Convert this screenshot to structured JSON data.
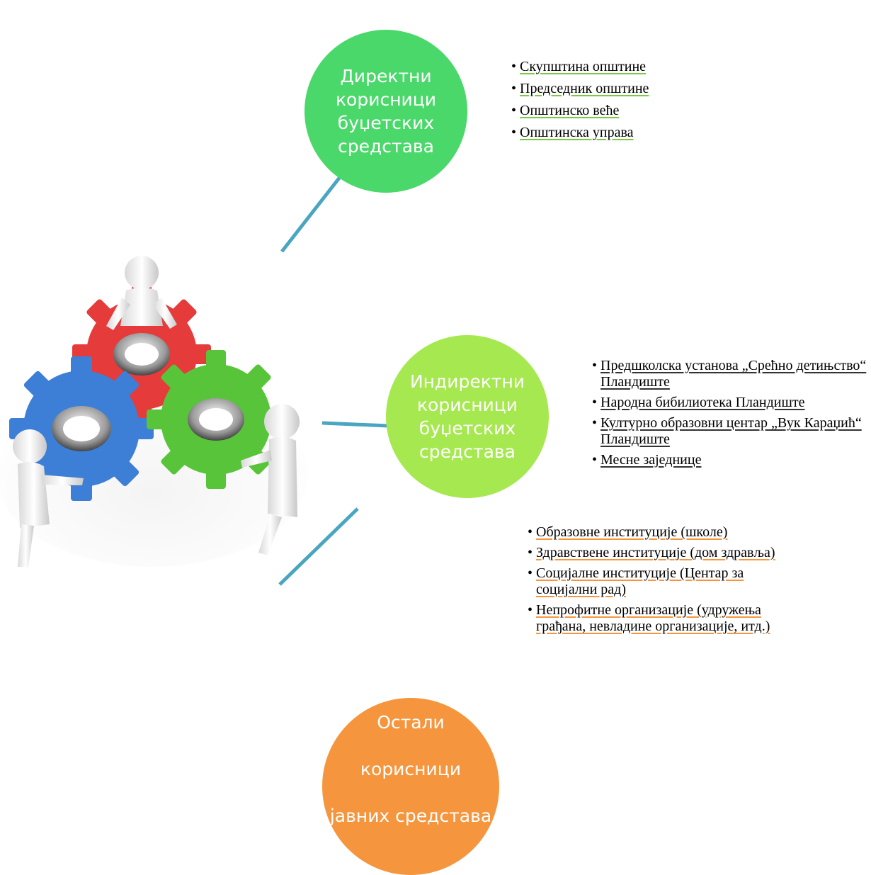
{
  "nodes": {
    "direct": {
      "label": "Директни\nкорисници\nбуџетских\nсредстава",
      "color": "#4ad86a"
    },
    "indirect": {
      "label": "Индиректни\nкорисници\nбуџетских\nсредстава",
      "color": "#a6e84f"
    },
    "other": {
      "label_line1": "Остали",
      "label_line2": "корисници",
      "label_line3": "јавних средстава",
      "color": "#f5963f"
    }
  },
  "lists": {
    "direct": [
      "Скупштина општине",
      "Председник општине",
      "Општинско веће",
      "Општинска управа"
    ],
    "indirect": [
      "Предшколска установа „Срећно детињство“ Пландиште",
      "Народна бибилиотека Пландиште",
      "Културно образовни центар „Вук Караџић“ Пландиште",
      "Месне заједнице"
    ],
    "other": [
      "Образовне институције (школе)",
      "Здравствене институције (дом здравља)",
      "Социјалне институције (Центар за социјални рад)",
      "Непрофитне организације (удружења грађана, невладине организације, итд.)"
    ]
  },
  "colors": {
    "connector": "#4aa6c0",
    "gear_red": "#e53b3b",
    "gear_blue": "#3d7fd6",
    "gear_green": "#58c43a"
  },
  "icons": {
    "central_image": "gears-with-people-illustration"
  }
}
